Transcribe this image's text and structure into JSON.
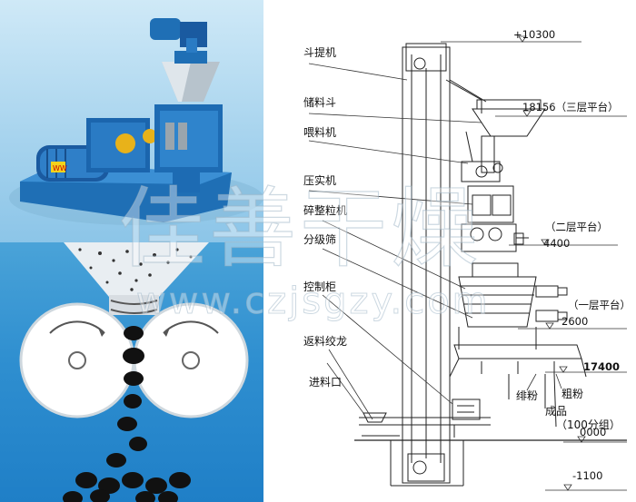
{
  "diagram": {
    "labels": [
      {
        "id": "bucket-elevator",
        "text": "斗提机"
      },
      {
        "id": "storage-hopper",
        "text": "储料斗"
      },
      {
        "id": "feeder",
        "text": "喂料机"
      },
      {
        "id": "compactor",
        "text": "压实机"
      },
      {
        "id": "crusher-granulator",
        "text": "碎整粒机"
      },
      {
        "id": "grading-sieve",
        "text": "分级筛"
      },
      {
        "id": "control-cabinet",
        "text": "控制柜"
      },
      {
        "id": "return-screw",
        "text": "返料绞龙"
      },
      {
        "id": "feed-inlet",
        "text": "进料口"
      }
    ],
    "elevations": [
      {
        "id": "top",
        "text": "+10300"
      },
      {
        "id": "third-platform",
        "text": "18156（三层平台）"
      },
      {
        "id": "second-platform-note",
        "text": "（二层平台）"
      },
      {
        "id": "second-platform",
        "text": "4400"
      },
      {
        "id": "first-platform-note",
        "text": "（一层平台）"
      },
      {
        "id": "first-platform",
        "text": "2600"
      },
      {
        "id": "level-17400",
        "text": "17400"
      },
      {
        "id": "ground",
        "text": "0000"
      },
      {
        "id": "pit",
        "text": "-1100"
      }
    ],
    "outputs": {
      "fine": "绯粉",
      "coarse": "粗粉",
      "product": "成品",
      "product_group": "（100分组）"
    }
  },
  "watermark": {
    "chinese": "佳善干燥",
    "url": "www.czjsgzy.com"
  },
  "photo": {
    "motor_badge": "WW"
  },
  "colors": {
    "machine_blue": "#1f6fb5",
    "machine_yellow": "#e8b21a",
    "sky": "#bfe2f5",
    "roller_bg": "#2f8fd0",
    "pellet": "#1a1a1a",
    "line": "#222222"
  }
}
